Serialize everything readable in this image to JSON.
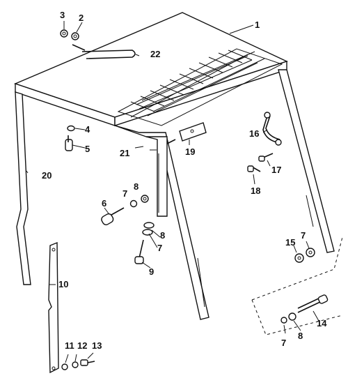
{
  "callouts": {
    "c1": "1",
    "c2": "2",
    "c3": "3",
    "c4": "4",
    "c5": "5",
    "c6": "6",
    "c7a": "7",
    "c7b": "7",
    "c7c": "7",
    "c7d": "7",
    "c8a": "8",
    "c8b": "8",
    "c8c": "8",
    "c9": "9",
    "c10": "10",
    "c11": "11",
    "c12": "12",
    "c13": "13",
    "c14": "14",
    "c15": "15",
    "c16": "16",
    "c17": "17",
    "c18": "18",
    "c19": "19",
    "c20": "20",
    "c21": "21",
    "c22": "22"
  }
}
